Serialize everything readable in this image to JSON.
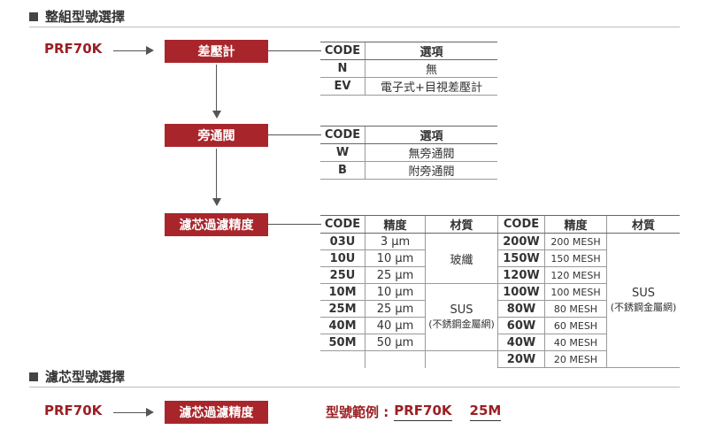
{
  "section1": {
    "title": "整組型號選擇"
  },
  "section2": {
    "title": "濾芯型號選擇"
  },
  "model": "PRF70K",
  "steps": {
    "gauge": "差壓計",
    "bypass": "旁通閥",
    "filter": "濾芯過濾精度"
  },
  "gauge_table": {
    "headers": [
      "CODE",
      "選項"
    ],
    "rows": [
      [
        "N",
        "無"
      ],
      [
        "EV",
        "電子式+目視差壓計"
      ]
    ]
  },
  "bypass_table": {
    "headers": [
      "CODE",
      "選項"
    ],
    "rows": [
      [
        "W",
        "無旁通閥"
      ],
      [
        "B",
        "附旁通閥"
      ]
    ]
  },
  "filter_table": {
    "headers": [
      "CODE",
      "精度",
      "材質",
      "CODE",
      "精度",
      "材質"
    ],
    "rows": [
      [
        "03U",
        "3 μm",
        "200W",
        "200 MESH"
      ],
      [
        "10U",
        "10 μm",
        "150W",
        "150 MESH"
      ],
      [
        "25U",
        "25 μm",
        "120W",
        "120 MESH"
      ],
      [
        "10M",
        "10 μm",
        "100W",
        "100 MESH"
      ],
      [
        "25M",
        "25 μm",
        "80W",
        "80 MESH"
      ],
      [
        "40M",
        "40 μm",
        "60W",
        "60 MESH"
      ],
      [
        "50M",
        "50 μm",
        "40W",
        "40 MESH"
      ],
      [
        "",
        "",
        "20W",
        "20 MESH"
      ]
    ],
    "material_glass": "玻纖",
    "material_sus_left": "SUS",
    "material_sus_left_sub": "(不銹鋼金屬網)",
    "material_sus_right": "SUS",
    "material_sus_right_sub": "(不銹鋼金屬網)"
  },
  "example": {
    "label": "型號範例 :",
    "model": "PRF70K",
    "code": "25M"
  }
}
